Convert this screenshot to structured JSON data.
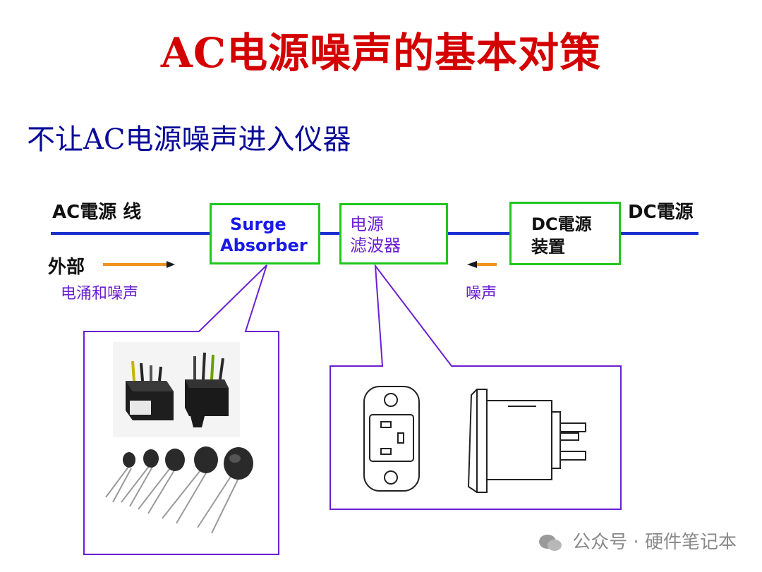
{
  "title": "AC电源噪声的基本对策",
  "subtitle": "不让AC电源噪声进入仪器",
  "diagram": {
    "ac_line_label": "AC電源 线",
    "dc_line_label": "DC電源",
    "external_label": "外部",
    "surge_noise_label": "电涌和噪声",
    "noise_label": "噪声",
    "surge_box": {
      "line1": "Surge",
      "line2": "Absorber"
    },
    "filter_box": {
      "line1": "电源",
      "line2": "滤波器"
    },
    "dc_box": {
      "line1": "DC電源",
      "line2": "装置"
    }
  },
  "watermark": "公众号 · 硬件笔记本",
  "colors": {
    "title": "#d40000",
    "subtitle": "#0a0a9a",
    "line": "#1a2fd0",
    "box_border": "#22c61e",
    "callout": "#6a1fd0",
    "arrow": "#f0921e"
  }
}
